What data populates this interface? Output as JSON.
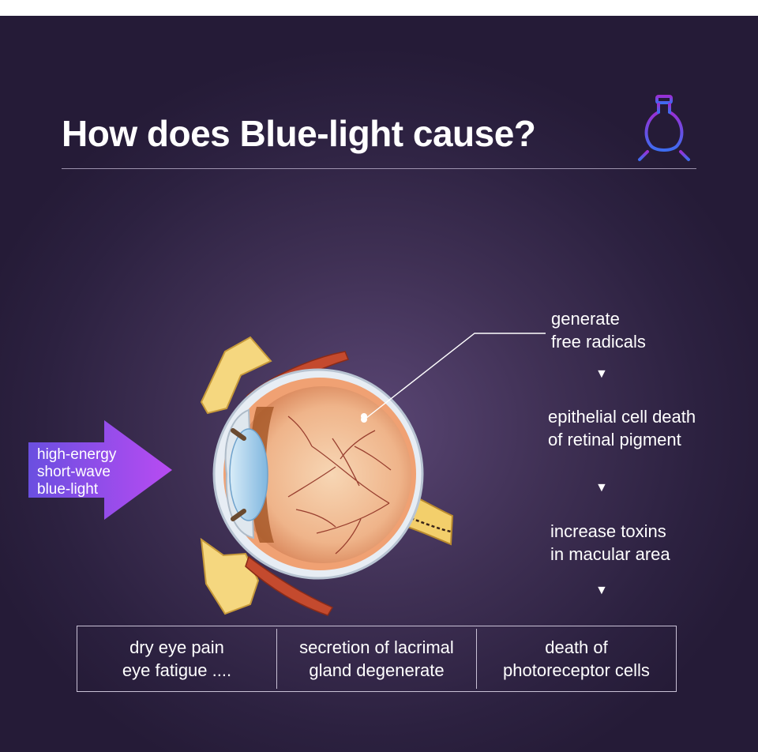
{
  "title": "How does Blue-light cause?",
  "icon": "light-bulb-icon",
  "light_source": {
    "label": "high-energy\nshort-wave\nblue-light",
    "gradient_colors": [
      "#6a4fe0",
      "#b24bf2"
    ]
  },
  "process_steps": [
    {
      "text": "generate\nfree radicals"
    },
    {
      "text": "epithelial cell death\nof retinal pigment"
    },
    {
      "text": "increase toxins\nin macular area"
    }
  ],
  "step_marker": "▼",
  "results": [
    {
      "text": "dry eye pain\neye fatigue ...."
    },
    {
      "text": "secretion of lacrimal\ngland degenerate"
    },
    {
      "text": "death of\nphotoreceptor cells"
    }
  ],
  "colors": {
    "background": "#3f3054",
    "text": "#ffffff",
    "bulb_gradient": [
      "#8b2fd6",
      "#3a6df0"
    ]
  }
}
